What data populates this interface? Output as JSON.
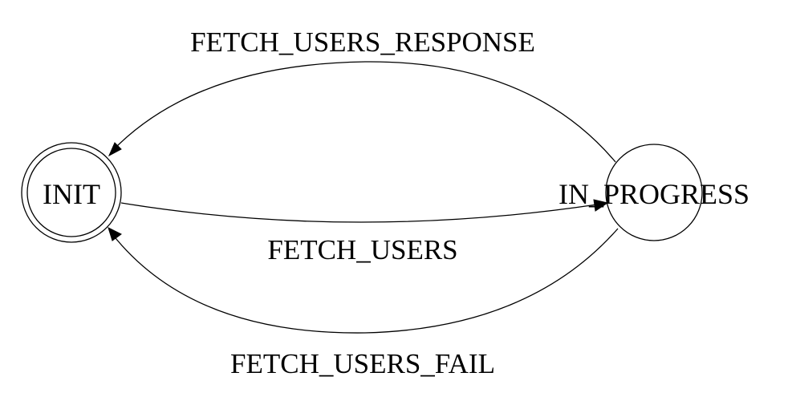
{
  "diagram": {
    "type": "state-machine",
    "states": {
      "init": {
        "label": "INIT",
        "accepting": true
      },
      "in_progress": {
        "label": "IN_PROGRESS",
        "accepting": false
      }
    },
    "transitions": {
      "fetch_users": {
        "label": "FETCH_USERS",
        "from": "INIT",
        "to": "IN_PROGRESS"
      },
      "fetch_users_response": {
        "label": "FETCH_USERS_RESPONSE",
        "from": "IN_PROGRESS",
        "to": "INIT"
      },
      "fetch_users_fail": {
        "label": "FETCH_USERS_FAIL",
        "from": "IN_PROGRESS",
        "to": "INIT"
      }
    }
  },
  "colors": {
    "stroke": "#000000",
    "background": "#ffffff"
  }
}
